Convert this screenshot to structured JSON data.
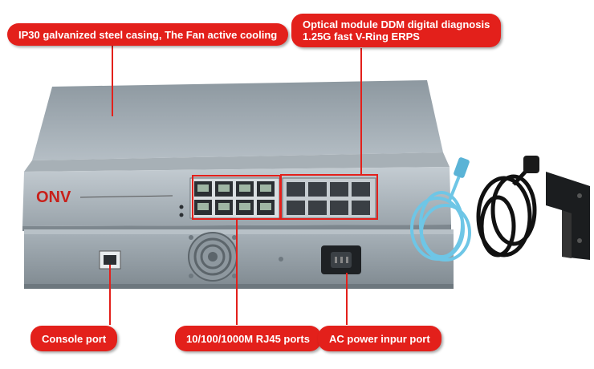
{
  "callouts": {
    "casing": "IP30 galvanized steel casing, The Fan active cooling",
    "optical_line1": "Optical module DDM digital diagnosis",
    "optical_line2": "1.25G fast V-Ring ERPS",
    "console": "Console port",
    "rj45": "10/100/1000M  RJ45 ports",
    "ac_power": "AC power  inpur  port"
  },
  "device": {
    "brand": "ONV"
  },
  "colors": {
    "callout_red": "#e3201b",
    "chassis": "#9aa5ad",
    "cable_blue": "#6ec6e6"
  }
}
